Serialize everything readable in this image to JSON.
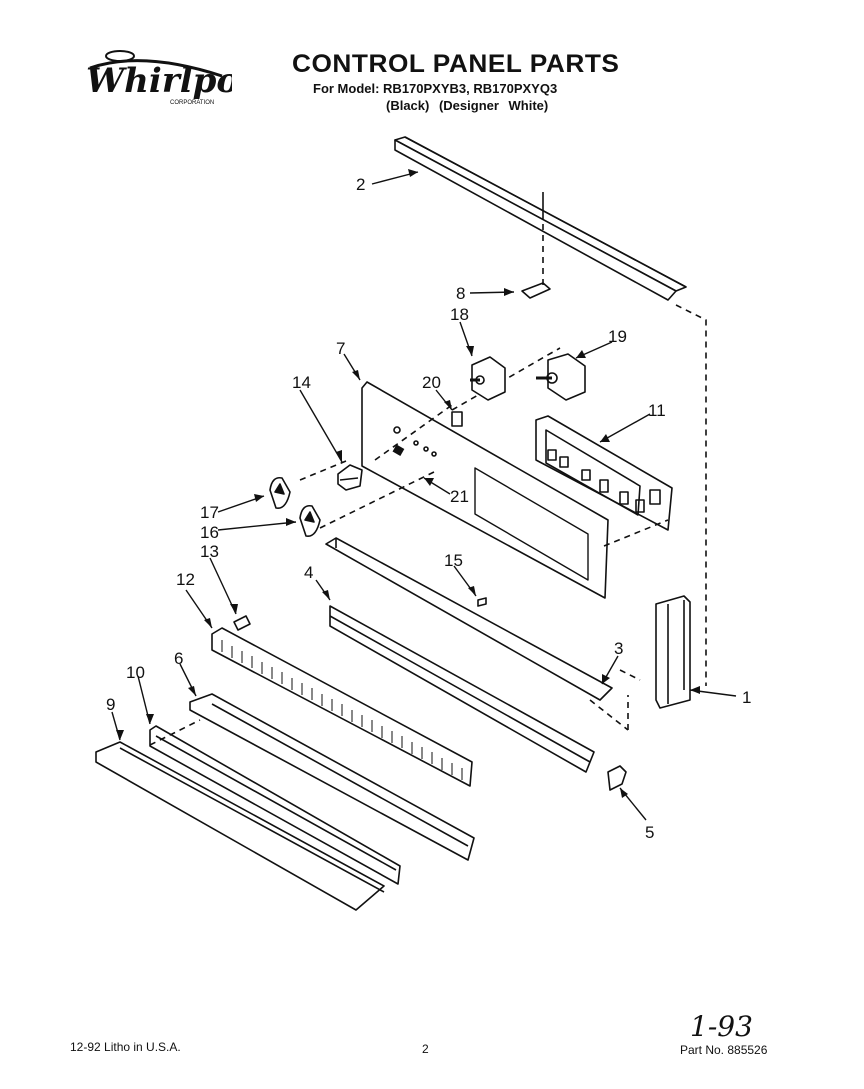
{
  "header": {
    "brand": "Whirlpool",
    "brand_sub": "CORPORATION",
    "title": "CONTROL PANEL PARTS",
    "model_line": "For Model: RB170PXYB3, RB170PXYQ3",
    "variants": "(Black)   (Designer White)"
  },
  "callouts": [
    "1",
    "2",
    "3",
    "4",
    "5",
    "6",
    "7",
    "8",
    "9",
    "10",
    "11",
    "12",
    "13",
    "14",
    "15",
    "16",
    "17",
    "18",
    "19",
    "20",
    "21"
  ],
  "footer": {
    "date_litho": "12-92  Litho in U.S.A.",
    "page": "2",
    "handwritten": "1-93",
    "part_no": "Part No. 885526"
  }
}
